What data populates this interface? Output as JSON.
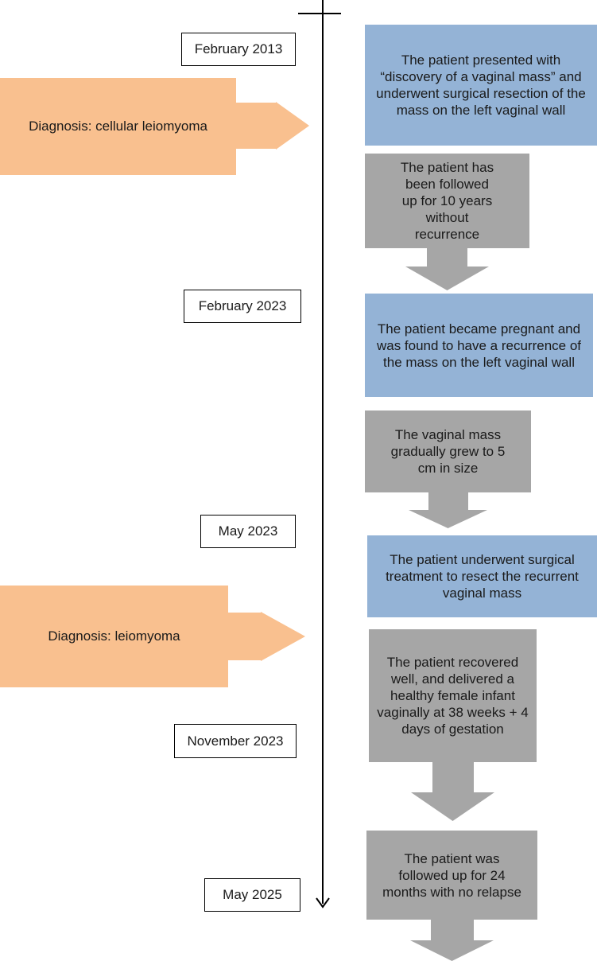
{
  "colors": {
    "event_fill": "#94b3d6",
    "interval_fill": "#a6a6a6",
    "diagnosis_fill": "#f9c08f",
    "axis": "#000000"
  },
  "dates": [
    "February 2013",
    "February 2023",
    "May 2023",
    "November 2023",
    "May 2025"
  ],
  "events": [
    "The patient presented with “discovery of a vaginal mass” and underwent surgical resection of the mass on the left vaginal wall",
    "The patient became pregnant and was found to have a recurrence of the mass on the left vaginal wall",
    "The patient underwent surgical treatment to resect the recurrent vaginal mass"
  ],
  "intervals": [
    "The patient has been followed up for 10 years without recurrence",
    "The vaginal mass gradually grew to 5 cm in size",
    "The patient recovered well, and delivered a healthy female infant vaginally at 38 weeks + 4 days of gestation",
    "The patient was followed up for 24 months with no relapse"
  ],
  "diagnoses": [
    "Diagnosis: cellular leiomyoma",
    "Diagnosis: leiomyoma"
  ]
}
